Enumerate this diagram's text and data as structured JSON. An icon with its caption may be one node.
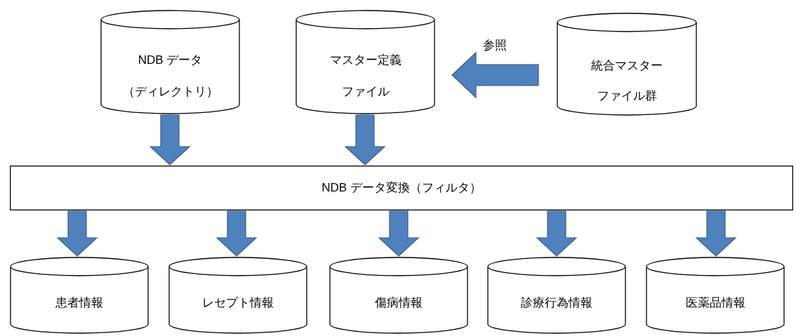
{
  "diagram": {
    "nodes": [
      {
        "text": [
          "NDB データ",
          "（ディレクトリ）"
        ]
      },
      {
        "text": [
          "マスター定義",
          "ファイル"
        ]
      },
      {
        "text": [
          "統合マスター",
          "ファイル群"
        ]
      },
      {
        "text": [
          "NDB データ変換（フィルタ）"
        ]
      },
      {
        "text": [
          "患者情報"
        ]
      },
      {
        "text": [
          "レセプト情報"
        ]
      },
      {
        "text": [
          "傷病情報"
        ]
      },
      {
        "text": [
          "診療行為情報"
        ]
      },
      {
        "text": [
          "医薬品情報"
        ]
      }
    ],
    "edges": [
      {
        "from": 0,
        "to": 3,
        "arrow": "to"
      },
      {
        "from": 1,
        "to": 3,
        "arrow": "to"
      },
      {
        "from": 2,
        "to": 1,
        "arrow": "to",
        "label": "参照"
      },
      {
        "from": 3,
        "to": 4,
        "arrow": "to"
      },
      {
        "from": 3,
        "to": 5,
        "arrow": "to"
      },
      {
        "from": 3,
        "to": 6,
        "arrow": "to"
      },
      {
        "from": 3,
        "to": 7,
        "arrow": "to"
      },
      {
        "from": 3,
        "to": 8,
        "arrow": "to"
      }
    ]
  }
}
